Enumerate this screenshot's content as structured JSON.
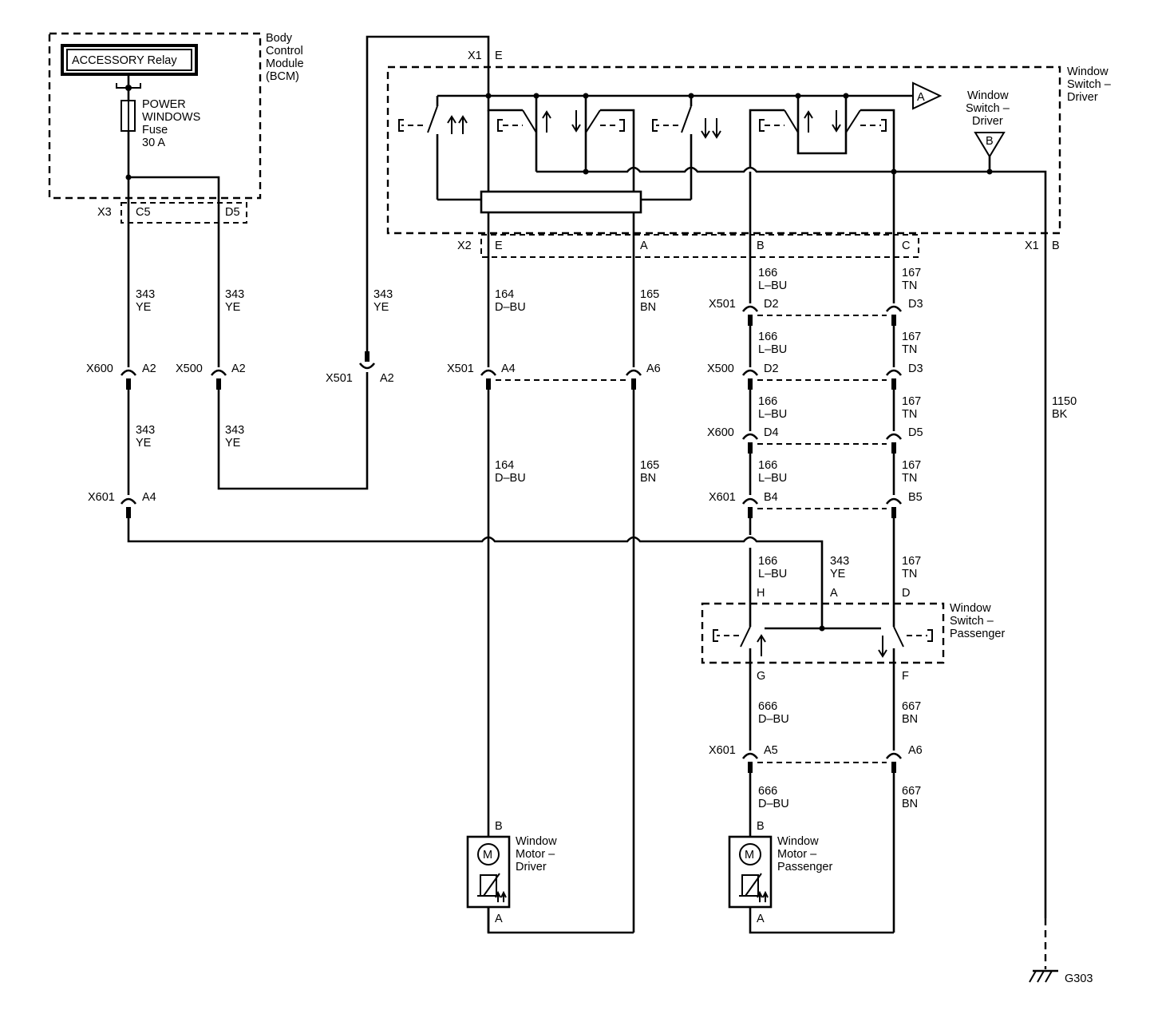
{
  "components": {
    "bcm": {
      "label_lines": [
        "Body",
        "Control",
        "Module",
        "(BCM)"
      ]
    },
    "accessory_relay": "ACCESSORY Relay",
    "fuse": {
      "label_lines": [
        "POWER",
        "WINDOWS",
        "Fuse",
        "30 A"
      ]
    },
    "window_switch_driver": {
      "label_lines": [
        "Window",
        "Switch –",
        "Driver"
      ]
    },
    "window_switch_driver_inner": {
      "label_lines": [
        "Window",
        "Switch –",
        "Driver"
      ]
    },
    "window_switch_passenger": {
      "label_lines": [
        "Window",
        "Switch –",
        "Passenger"
      ]
    },
    "motor_driver": {
      "symbol": "M",
      "label_lines": [
        "Window",
        "Motor –",
        "Driver"
      ]
    },
    "motor_passenger": {
      "symbol": "M",
      "label_lines": [
        "Window",
        "Motor –",
        "Passenger"
      ]
    },
    "offpage_a": "A",
    "offpage_b": "B",
    "ground": "G303"
  },
  "connectors": {
    "x3": "X3",
    "c5": "C5",
    "d5": "D5",
    "x1_top": "X1",
    "e_top": "E",
    "x2": "X2",
    "e_bot": "E",
    "a_bot": "A",
    "b_bot": "B",
    "c_bot": "C",
    "x1_right": "X1",
    "b_right": "B",
    "x600_left": "X600",
    "a2_x600": "A2",
    "x500_left": "X500",
    "a2_x500": "A2",
    "x501_left": "X501",
    "a2_x501": "A2",
    "x601_left": "X601",
    "a4_x601": "A4",
    "x501_mid": "X501",
    "a4_x501": "A4",
    "a6_x501": "A6",
    "x501_right": "X501",
    "d2_x501": "D2",
    "d3_x501": "D3",
    "x500_right": "X500",
    "d2_x500": "D2",
    "d3_x500": "D3",
    "x600_right": "X600",
    "d4_x600": "D4",
    "d5_x600": "D5",
    "x601_right": "X601",
    "b4_x601": "B4",
    "b5_x601": "B5",
    "x601_low": "X601",
    "a5_x601": "A5",
    "a6_x601": "A6",
    "pass_h": "H",
    "pass_a": "A",
    "pass_d": "D",
    "pass_g": "G",
    "pass_f": "F",
    "motor_driver_b": "B",
    "motor_driver_a": "A",
    "motor_pass_b": "B",
    "motor_pass_a": "A"
  },
  "wires": {
    "w343_a": {
      "num": "343",
      "color": "YE"
    },
    "w343_b": {
      "num": "343",
      "color": "YE"
    },
    "w343_c": {
      "num": "343",
      "color": "YE"
    },
    "w343_d": {
      "num": "343",
      "color": "YE"
    },
    "w343_e": {
      "num": "343",
      "color": "YE"
    },
    "w343_f": {
      "num": "343",
      "color": "YE"
    },
    "w164_a": {
      "num": "164",
      "color": "D–BU"
    },
    "w164_b": {
      "num": "164",
      "color": "D–BU"
    },
    "w165_a": {
      "num": "165",
      "color": "BN"
    },
    "w165_b": {
      "num": "165",
      "color": "BN"
    },
    "w166_a": {
      "num": "166",
      "color": "L–BU"
    },
    "w166_b": {
      "num": "166",
      "color": "L–BU"
    },
    "w166_c": {
      "num": "166",
      "color": "L–BU"
    },
    "w166_d": {
      "num": "166",
      "color": "L–BU"
    },
    "w166_e": {
      "num": "166",
      "color": "L–BU"
    },
    "w167_a": {
      "num": "167",
      "color": "TN"
    },
    "w167_b": {
      "num": "167",
      "color": "TN"
    },
    "w167_c": {
      "num": "167",
      "color": "TN"
    },
    "w167_d": {
      "num": "167",
      "color": "TN"
    },
    "w167_e": {
      "num": "167",
      "color": "TN"
    },
    "w666_a": {
      "num": "666",
      "color": "D–BU"
    },
    "w666_b": {
      "num": "666",
      "color": "D–BU"
    },
    "w667_a": {
      "num": "667",
      "color": "BN"
    },
    "w667_b": {
      "num": "667",
      "color": "BN"
    },
    "w1150": {
      "num": "1150",
      "color": "BK"
    }
  }
}
